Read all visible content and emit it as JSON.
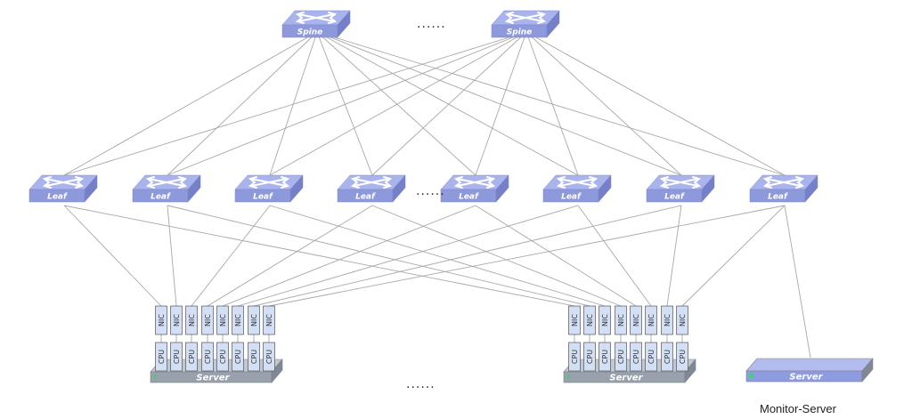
{
  "spines": [
    "Spine",
    "Spine"
  ],
  "leaves": [
    "Leaf",
    "Leaf",
    "Leaf",
    "Leaf",
    "Leaf",
    "Leaf",
    "Leaf",
    "Leaf"
  ],
  "servers": [
    {
      "label": "Server",
      "nics": [
        "NIC",
        "NIC",
        "NIC",
        "NIC",
        "NIC",
        "NIC",
        "NIC",
        "NIC"
      ],
      "cpus": [
        "CPU",
        "CPU",
        "CPU",
        "CPU",
        "CPU",
        "CPU",
        "CPU",
        "CPU"
      ]
    },
    {
      "label": "Server",
      "nics": [
        "NIC",
        "NIC",
        "NIC",
        "NIC",
        "NIC",
        "NIC",
        "NIC",
        "NIC"
      ],
      "cpus": [
        "CPU",
        "CPU",
        "CPU",
        "CPU",
        "CPU",
        "CPU",
        "CPU",
        "CPU"
      ]
    }
  ],
  "monitor": {
    "label": "Server",
    "caption": "Monitor-Server"
  },
  "ellipses": {
    "spine": "......",
    "leaf": "......",
    "server": "......"
  },
  "colors": {
    "switch_top": "#aab4ec",
    "switch_front": "#8e99dc",
    "switch_side": "#7580c8",
    "server_top": "#c3c8cf",
    "server_front": "#98a1ac",
    "monitor_top": "#b3bcef",
    "monitor_front": "#8f9be0",
    "link": "#a8a8a8",
    "box_fill": "#d3dff4",
    "box_stroke": "#555555"
  }
}
